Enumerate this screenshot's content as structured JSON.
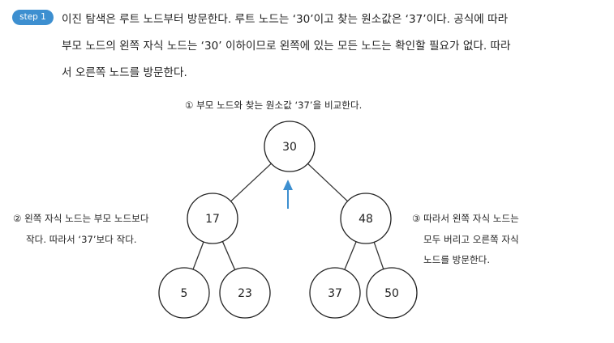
{
  "step": {
    "badge": "step 1"
  },
  "paragraph": {
    "line1": "이진 탐색은 루트 노드부터 방문한다. 루트 노드는 ‘30’이고 찾는 원소값은 ‘37’이다. 공식에 따라",
    "line2": "부모 노드의 왼쪽 자식 노드는 ‘30’ 이하이므로 왼쪽에 있는 모든 노드는 확인할 필요가 없다. 따라",
    "line3": "서 오른쪽 노드를 방문한다."
  },
  "annotations": {
    "top": "① 부모 노드와 찾는 원소값 ‘37’을 비교한다.",
    "left_line1": "② 왼쪽 자식 노드는 부모 노드보다",
    "left_line2": "작다. 따라서 ‘37’보다 작다.",
    "right_line1": "③ 따라서 왼쪽 자식 노드는",
    "right_line2": "모두 버리고 오른쪽 자식",
    "right_line3": "노드를 방문한다."
  },
  "tree": {
    "nodes": [
      {
        "id": "root",
        "label": "30"
      },
      {
        "id": "left",
        "label": "17"
      },
      {
        "id": "right",
        "label": "48"
      },
      {
        "id": "left-left",
        "label": "5"
      },
      {
        "id": "left-right",
        "label": "23"
      },
      {
        "id": "right-left",
        "label": "37"
      },
      {
        "id": "right-right",
        "label": "50"
      }
    ],
    "edges": [
      [
        "root",
        "left"
      ],
      [
        "root",
        "right"
      ],
      [
        "left",
        "left-left"
      ],
      [
        "left",
        "left-right"
      ],
      [
        "right",
        "right-left"
      ],
      [
        "right",
        "right-right"
      ]
    ]
  },
  "colors": {
    "accent": "#3d8fd0",
    "arrow": "#3d8fd0",
    "node_stroke": "#222222",
    "edge": "#333333"
  }
}
